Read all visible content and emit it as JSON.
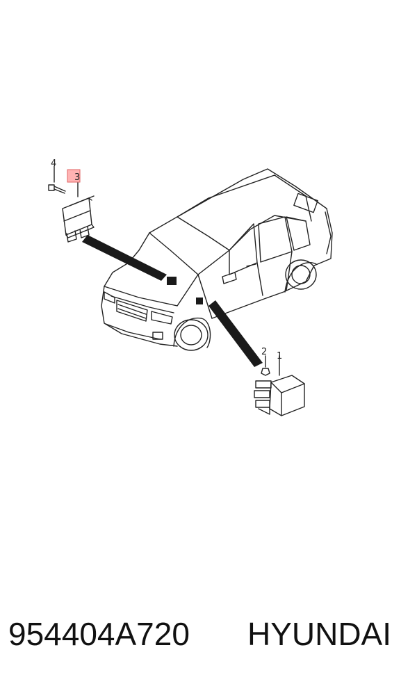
{
  "diagram": {
    "callouts": [
      {
        "id": "1",
        "label": "1"
      },
      {
        "id": "2",
        "label": "2"
      },
      {
        "id": "3",
        "label": "3"
      },
      {
        "id": "4",
        "label": "4"
      }
    ],
    "highlight_color": "#ffb3b3",
    "line_color": "#222222"
  },
  "footer": {
    "part_number": "954404A720",
    "brand": "HYUNDAI"
  }
}
